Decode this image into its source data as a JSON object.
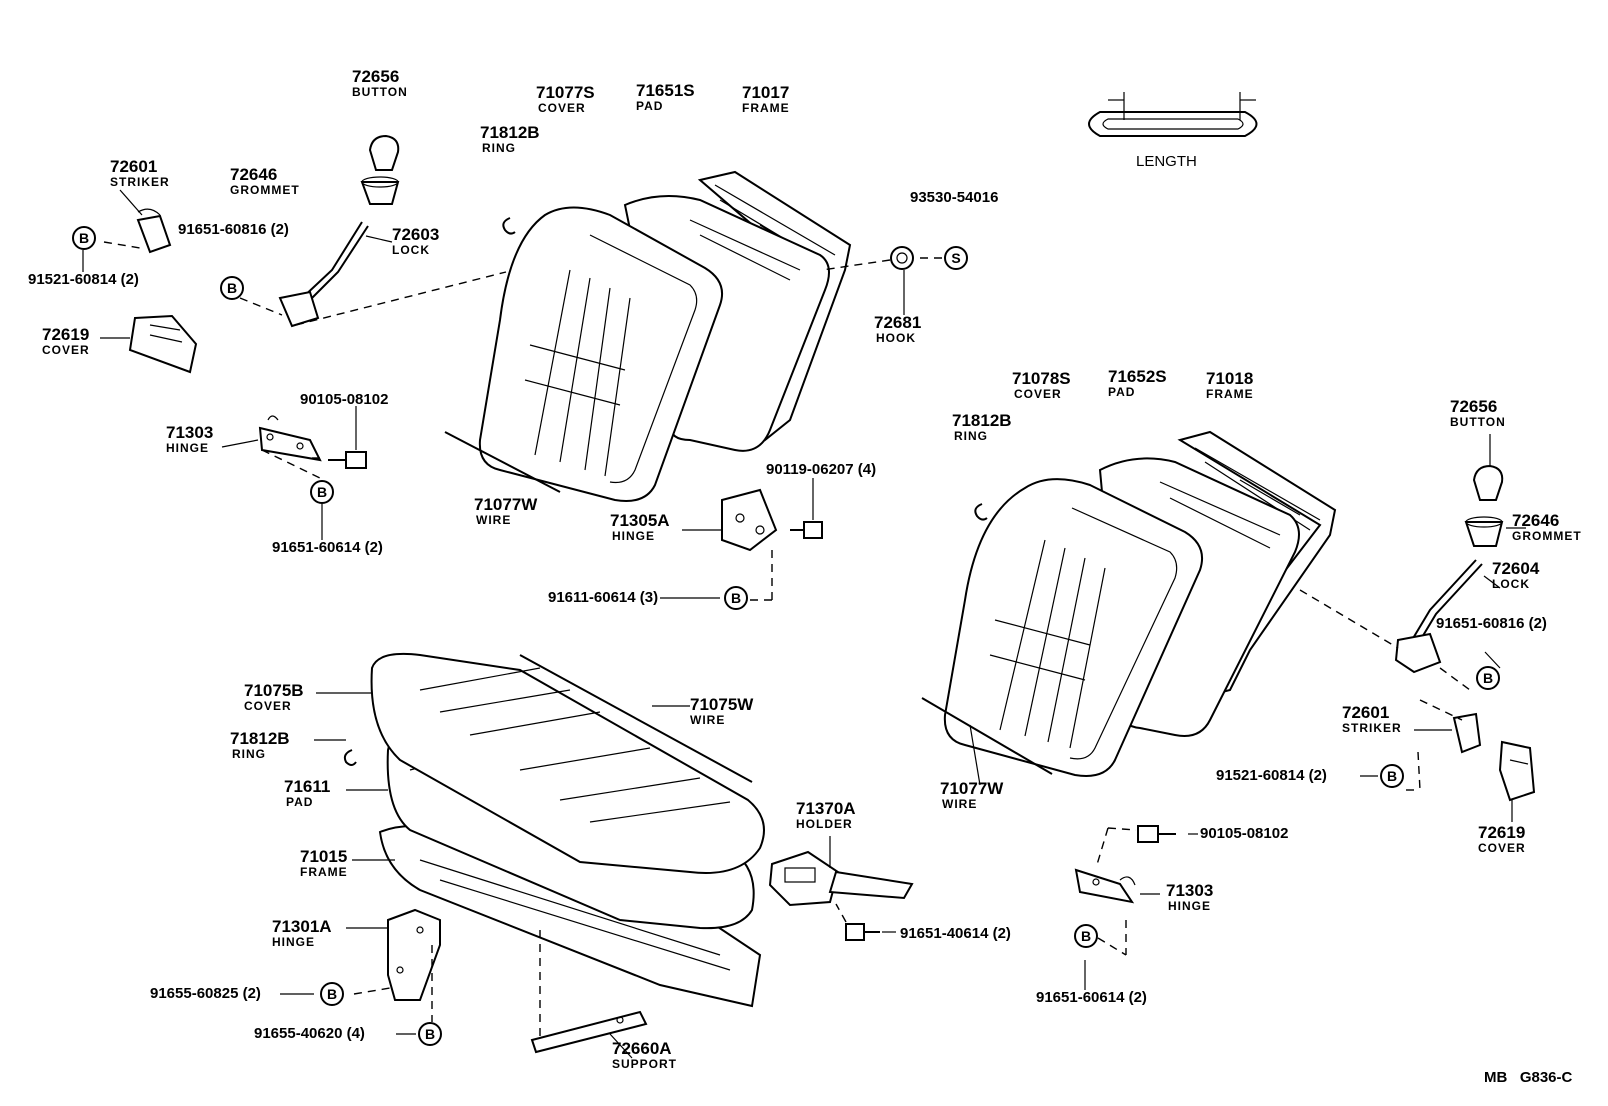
{
  "diagram_code": "MB   G836-C",
  "length_label": "LENGTH",
  "bubble_letters": {
    "b": "B",
    "s": "S"
  },
  "parts": {
    "p72656_l": {
      "number": "72656",
      "name": "BUTTON"
    },
    "p72646_l": {
      "number": "72646",
      "name": "GROMMET"
    },
    "p72601_l": {
      "number": "72601",
      "name": "STRIKER"
    },
    "p72603": {
      "number": "72603",
      "name": "LOCK"
    },
    "p72619_l": {
      "number": "72619",
      "name": "COVER"
    },
    "p71303_l": {
      "number": "71303",
      "name": "HINGE"
    },
    "p71812b_1": {
      "number": "71812B",
      "name": "RING"
    },
    "p71077s": {
      "number": "71077S",
      "name": "COVER"
    },
    "p71651s": {
      "number": "71651S",
      "name": "PAD"
    },
    "p71017": {
      "number": "71017",
      "name": "FRAME"
    },
    "p72681": {
      "number": "72681",
      "name": "HOOK"
    },
    "p71077w_1": {
      "number": "71077W",
      "name": "WIRE"
    },
    "p71305a": {
      "number": "71305A",
      "name": "HINGE"
    },
    "p71812b_2": {
      "number": "71812B",
      "name": "RING"
    },
    "p71078s": {
      "number": "71078S",
      "name": "COVER"
    },
    "p71652s": {
      "number": "71652S",
      "name": "PAD"
    },
    "p71018": {
      "number": "71018",
      "name": "FRAME"
    },
    "p72656_r": {
      "number": "72656",
      "name": "BUTTON"
    },
    "p72646_r": {
      "number": "72646",
      "name": "GROMMET"
    },
    "p72604": {
      "number": "72604",
      "name": "LOCK"
    },
    "p72601_r": {
      "number": "72601",
      "name": "STRIKER"
    },
    "p72619_r": {
      "number": "72619",
      "name": "COVER"
    },
    "p71077w_2": {
      "number": "71077W",
      "name": "WIRE"
    },
    "p71075b": {
      "number": "71075B",
      "name": "COVER"
    },
    "p71075w": {
      "number": "71075W",
      "name": "WIRE"
    },
    "p71812b_3": {
      "number": "71812B",
      "name": "RING"
    },
    "p71611": {
      "number": "71611",
      "name": "PAD"
    },
    "p71015": {
      "number": "71015",
      "name": "FRAME"
    },
    "p71301a": {
      "number": "71301A",
      "name": "HINGE"
    },
    "p72660a": {
      "number": "72660A",
      "name": "SUPPORT"
    },
    "p71370a": {
      "number": "71370A",
      "name": "HOLDER"
    },
    "p71303_r": {
      "number": "71303",
      "name": "HINGE"
    }
  },
  "fasteners": {
    "f91651_60816_l": "91651-60816 (2)",
    "f91521_60814_l": "91521-60814 (2)",
    "f90105_08102_l": "90105-08102",
    "f91651_60614_l": "91651-60614 (2)",
    "f93530_54016": "93530-54016",
    "f90119_06207": "90119-06207 (4)",
    "f91611_60614": "91611-60614 (3)",
    "f91651_60816_r": "91651-60816 (2)",
    "f91521_60814_r": "91521-60814 (2)",
    "f90105_08102_r": "90105-08102",
    "f91651_40614": "91651-40614 (2)",
    "f91651_60614_r": "91651-60614 (2)",
    "f91655_60825": "91655-60825 (2)",
    "f91655_40620": "91655-40620 (4)"
  }
}
